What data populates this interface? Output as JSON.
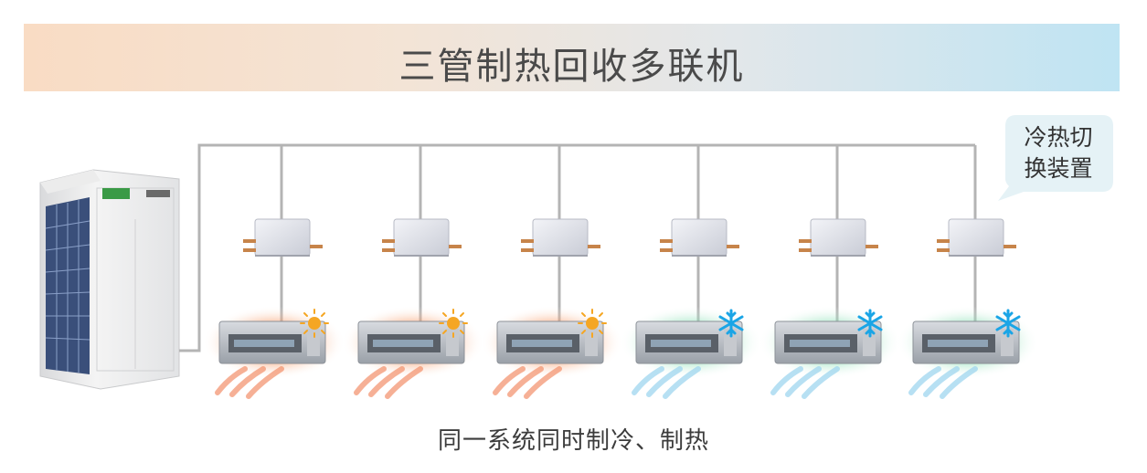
{
  "banner": {
    "title": "三管制热回收多联机"
  },
  "switch_device": {
    "line1": "冷热切",
    "line2": "换装置"
  },
  "caption": "同一系统同时制冷、制热",
  "colors": {
    "pipe": "#b4b4b4",
    "heating_glow": "#f58a4f",
    "cooling_glow": "#5fd19a",
    "sun_icon": "#f5a623",
    "snow_icon": "#1aa5e6",
    "bubble": "#e5f2f6"
  },
  "indoor_units": [
    {
      "mode": "heating",
      "icon": "sun-icon"
    },
    {
      "mode": "heating",
      "icon": "sun-icon"
    },
    {
      "mode": "heating",
      "icon": "sun-icon"
    },
    {
      "mode": "cooling",
      "icon": "snowflake-icon"
    },
    {
      "mode": "cooling",
      "icon": "snowflake-icon"
    },
    {
      "mode": "cooling",
      "icon": "snowflake-icon"
    }
  ]
}
